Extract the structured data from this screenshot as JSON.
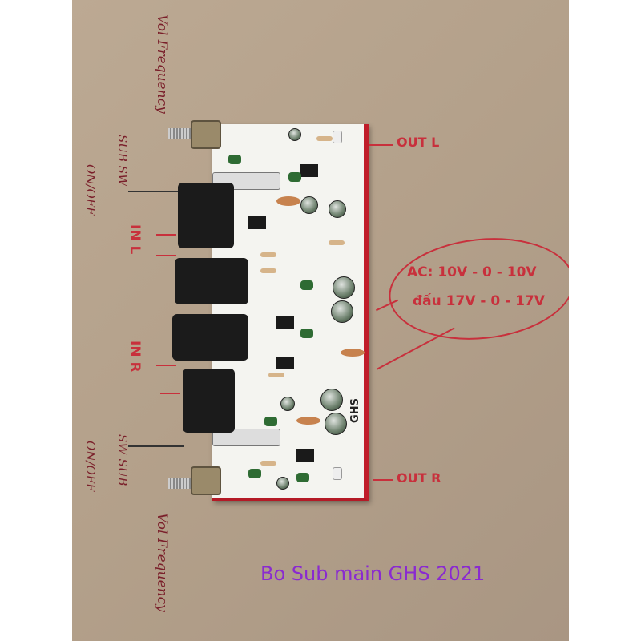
{
  "annotations": {
    "vol_frequency_top": "Vol Frequency",
    "sub_sw_top": "SUB SW",
    "on_off_top": "ON/OFF",
    "in_l": "IN L",
    "in_r": "IN R",
    "sw_sub_bottom": "SW SUB",
    "on_off_bottom": "ON/OFF",
    "vol_frequency_bottom": "Vol Frequency",
    "out_l": "OUT L",
    "out_r": "OUT R",
    "ac_line": "AC: 10V - 0 - 10V",
    "dc_line": "đấu 17V - 0 - 17V"
  },
  "pcb": {
    "brand": "GHS"
  },
  "caption": "Bo Sub main GHS 2021",
  "colors": {
    "ink": "#c8303c",
    "caption": "#8a2ad0",
    "board": "#f4f4f0",
    "board_edge": "#c01d2a",
    "cardboard": "#b8a58f"
  }
}
